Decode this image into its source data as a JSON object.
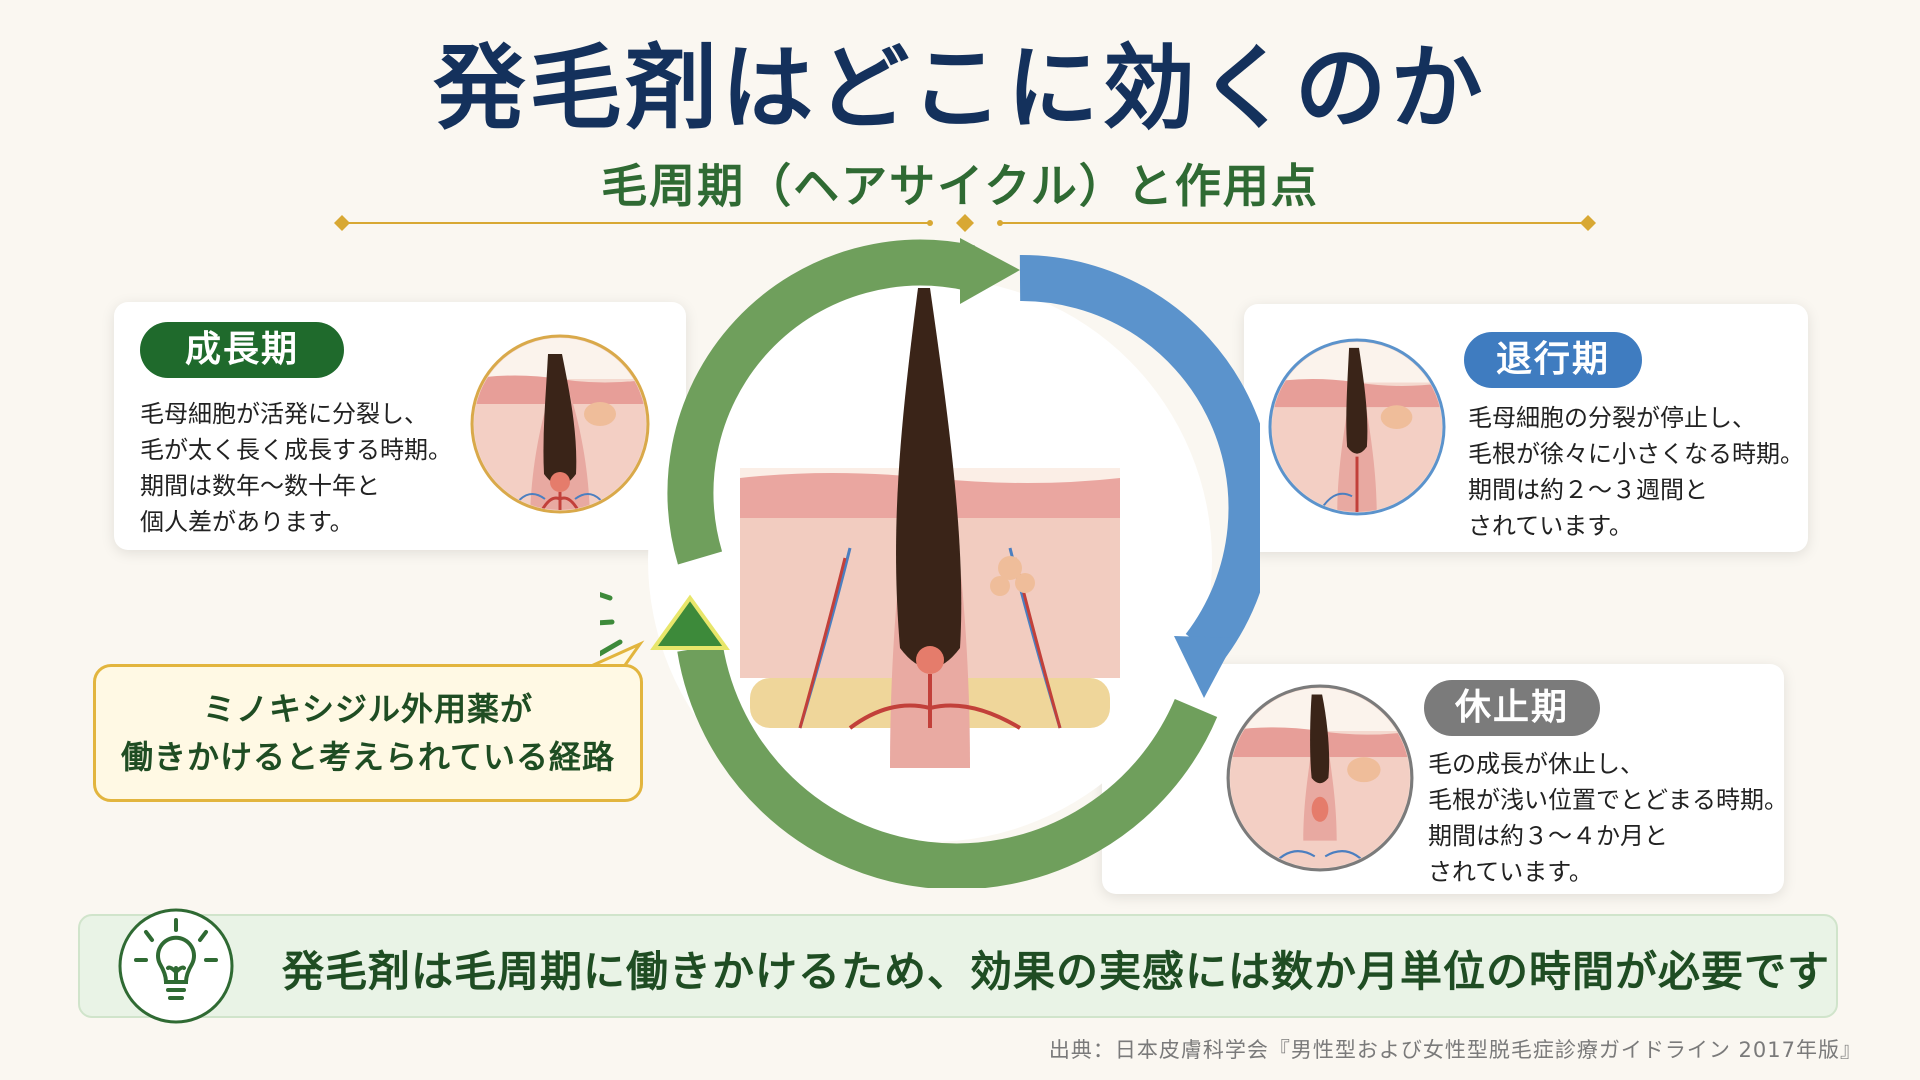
{
  "title": "発毛剤はどこに効くのか",
  "subtitle": "毛周期（ヘアサイクル）と作用点",
  "phases": [
    {
      "name": "成長期",
      "color": "#1f6a2c",
      "lines": [
        "毛母細胞が活発に分裂し、",
        "毛が太く長く成長する時期。",
        "期間は数年〜数十年と",
        "個人差があります。"
      ]
    },
    {
      "name": "退行期",
      "color": "#3f7cc0",
      "lines": [
        "毛母細胞の分裂が停止し、",
        "毛根が徐々に小さくなる時期。",
        "期間は約２〜３週間と",
        "されています。"
      ]
    },
    {
      "name": "休止期",
      "color": "#7b7b7b",
      "lines": [
        "毛の成長が休止し、",
        "毛根が浅い位置でとどまる時期。",
        "期間は約３〜４か月と",
        "されています。"
      ]
    }
  ],
  "callout": {
    "line1": "ミノキシジル外用薬が",
    "line2": "働きかけると考えられている経路"
  },
  "conclusion": "発毛剤は毛周期に働きかけるため、効果の実感には数か月単位の時間が必要です",
  "source": "出典：日本皮膚科学会『男性型および女性型脱毛症診療ガイドライン 2017年版』",
  "icons": {
    "bulb": "lightbulb-icon",
    "cycle_arrow": "cycle-arrow-icon",
    "action_point": "burst-arrow-icon"
  },
  "colors": {
    "title": "#14315c",
    "subtitle": "#2f6a33",
    "green_arrow": "#6f9f5c",
    "blue_arrow": "#5b93cc",
    "gold": "#d8a833"
  }
}
